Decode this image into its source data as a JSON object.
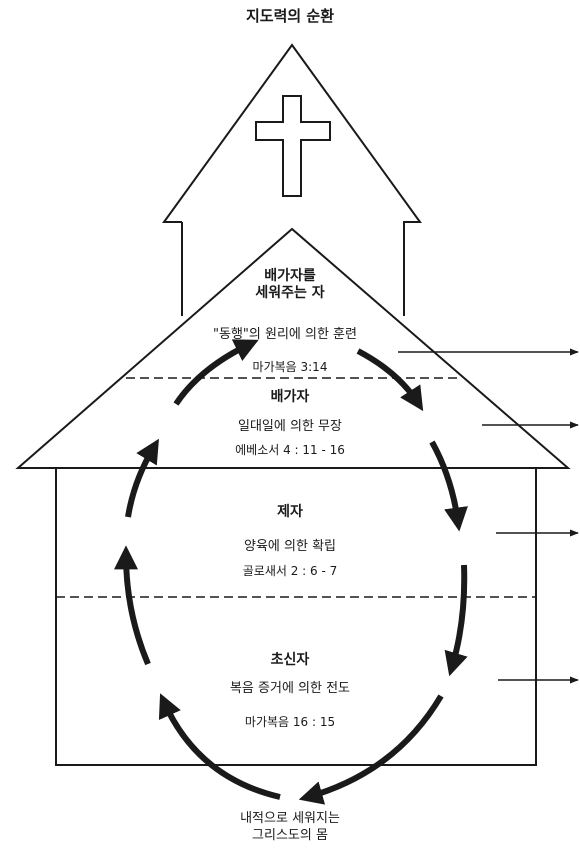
{
  "title": "지도력의 순환",
  "levels": [
    {
      "heading": "배가자를\n세워주는 자",
      "description": "\"동행\"의 원리에 의한 훈련",
      "reference": "마가복음 3:14"
    },
    {
      "heading": "배가자",
      "description": "일대일에 의한 무장",
      "reference": "에베소서 4 : 11 - 16"
    },
    {
      "heading": "제자",
      "description": "양육에 의한 확립",
      "reference": "골로새서 2 : 6 - 7"
    },
    {
      "heading": "초신자",
      "description": "복음 증거에 의한 전도",
      "reference": "마가복음 16 : 15"
    }
  ],
  "footer": "내적으로 세워지는\n그리스도의 몸",
  "icons": {
    "cross": "cross-icon",
    "cycle": "cycle-arrow",
    "outward": "arrow-right-icon"
  },
  "colors": {
    "ink": "#1a1a1a",
    "background": "#ffffff"
  }
}
